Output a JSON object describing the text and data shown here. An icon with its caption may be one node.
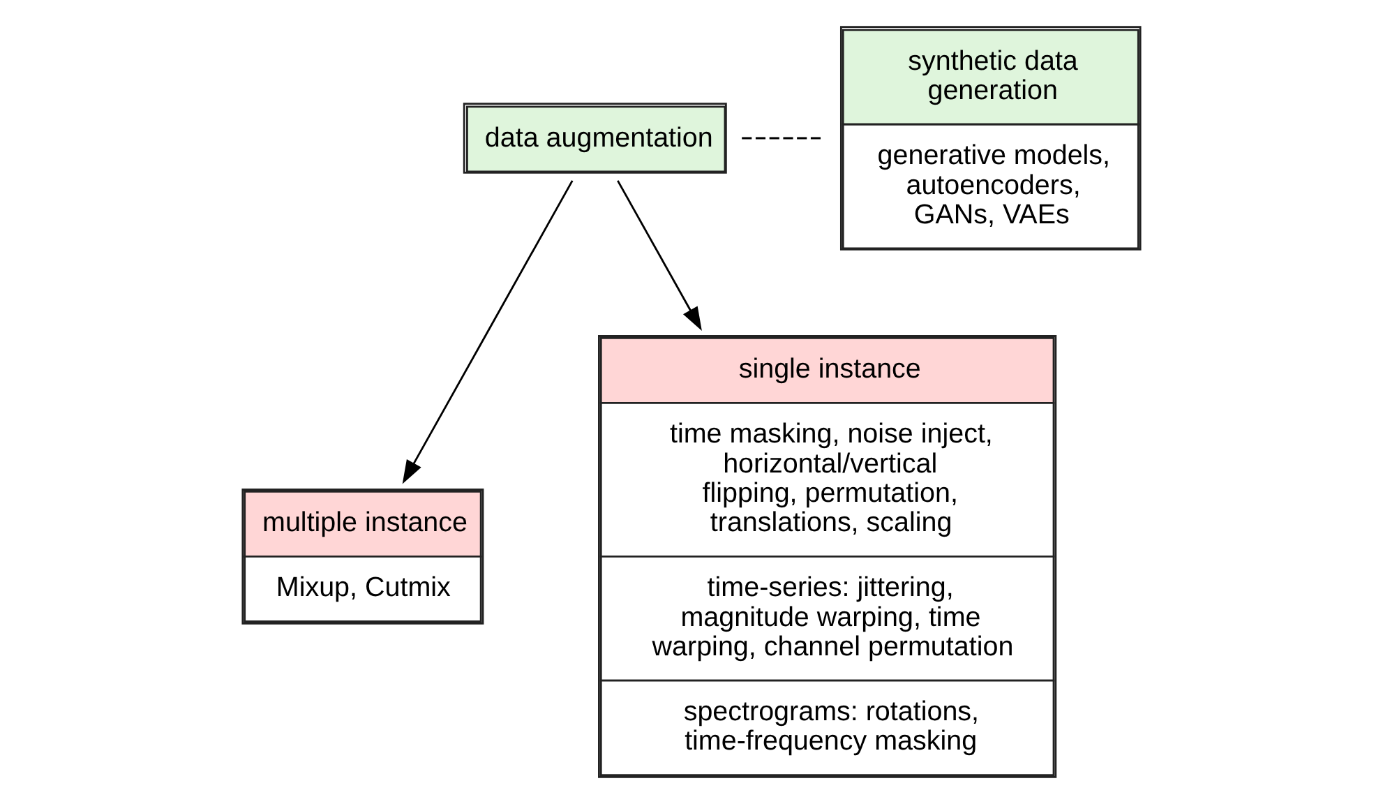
{
  "diagram": {
    "nodes": [
      {
        "text": [
          "data augmentation"
        ]
      },
      {
        "text": [
          "multiple instance",
          "Mixup, Cutmix"
        ]
      },
      {
        "text": [
          "single instance",
          "time masking, noise inject, horizontal/vertical flipping, permutation, translations, scaling",
          "time-series: jittering, magnitude warping, time warping, channel permutation",
          "spectrograms: rotations, time-frequency masking"
        ]
      },
      {
        "text": [
          "synthetic data generation",
          "generative models, autoencoders, GANs, VAEs"
        ]
      }
    ],
    "edges": [
      {
        "from": 0,
        "to": 1,
        "arrow": "to"
      },
      {
        "from": 0,
        "to": 2,
        "arrow": "to"
      },
      {
        "from": 0,
        "to": 3,
        "arrow": "none",
        "style": "dashed"
      }
    ]
  }
}
